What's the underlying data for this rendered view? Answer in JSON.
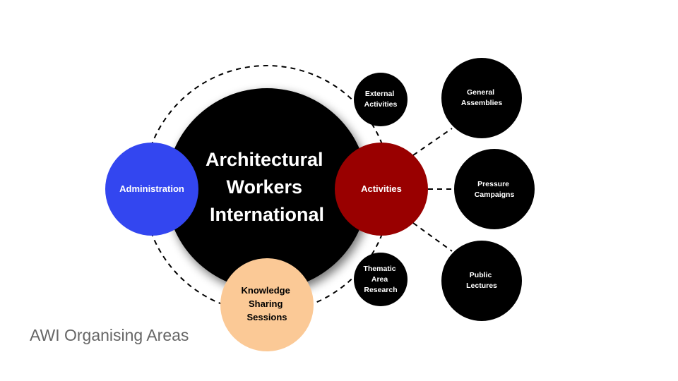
{
  "diagram": {
    "center": {
      "lines": [
        "Architectural",
        "Workers",
        "International"
      ],
      "color": "#000000",
      "text_color": "#ffffff"
    },
    "administration": {
      "lines": [
        "Administration"
      ],
      "color": "#3346f0",
      "text_color": "#ffffff"
    },
    "knowledge": {
      "lines": [
        "Knowledge",
        "Sharing",
        "Sessions"
      ],
      "color": "#fbc996",
      "text_color": "#000000"
    },
    "activities": {
      "lines": [
        "Activities"
      ],
      "color": "#990000",
      "text_color": "#ffffff"
    },
    "external": {
      "lines": [
        "External",
        "Activities"
      ],
      "color": "#000000",
      "text_color": "#ffffff"
    },
    "thematic": {
      "lines": [
        "Thematic",
        "Area",
        "Research"
      ],
      "color": "#000000",
      "text_color": "#ffffff"
    },
    "general": {
      "lines": [
        "General",
        "Assemblies"
      ],
      "color": "#000000",
      "text_color": "#ffffff"
    },
    "pressure": {
      "lines": [
        "Pressure",
        "Campaigns"
      ],
      "color": "#000000",
      "text_color": "#ffffff"
    },
    "lectures": {
      "lines": [
        "Public",
        "Lectures"
      ],
      "color": "#000000",
      "text_color": "#ffffff"
    }
  },
  "caption": "AWI Organising Areas"
}
